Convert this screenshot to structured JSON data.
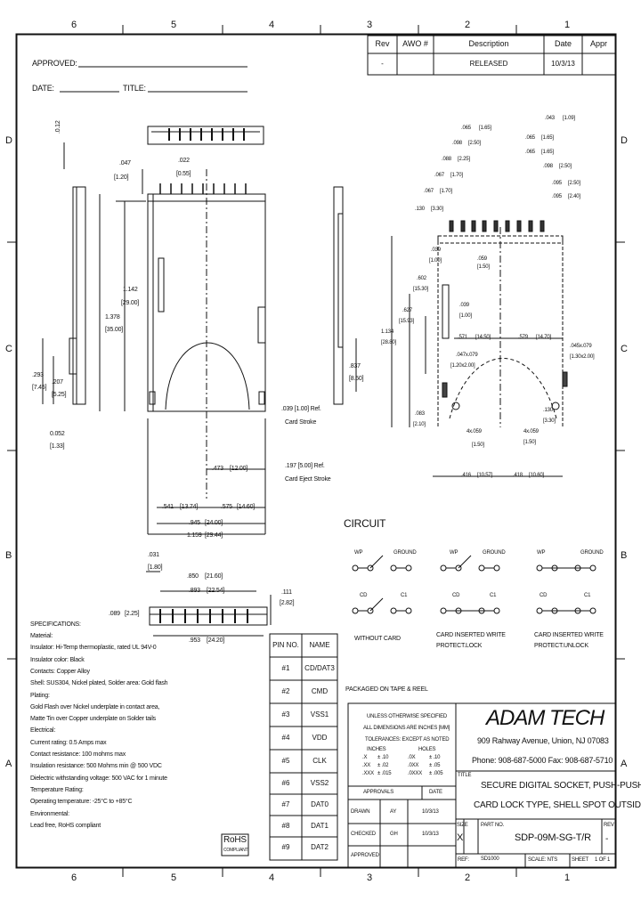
{
  "border": {
    "zones_top": [
      "6",
      "5",
      "4",
      "3",
      "2",
      "1"
    ],
    "zones_bottom": [
      "6",
      "5",
      "4",
      "3",
      "2",
      "1"
    ],
    "zones_left": [
      "D",
      "C",
      "B",
      "A"
    ],
    "zones_right": [
      "D",
      "C",
      "B",
      "A"
    ]
  },
  "revision_block": {
    "headers": [
      "Rev",
      "AWO #",
      "Description",
      "Date",
      "Appr"
    ],
    "row": [
      "-",
      "",
      "RELEASED",
      "10/3/13",
      ""
    ]
  },
  "header_fields": {
    "approved_label": "APPROVED:",
    "date_label": "DATE:",
    "title_label": "TITLE:"
  },
  "dimensions": {
    "top_view": {
      "d1": ".047",
      "d1m": "[1.20]",
      "d2": ".022",
      "d2m": "[0.55]",
      "d3": ".0.12",
      "d4": "1.142",
      "d4m": "[29.00]",
      "d5": "1.378",
      "d5m": "[35.00]",
      "d6": ".293",
      "d6m": "[7.45]",
      "d7": ".207",
      "d7m": "[5.25]",
      "d8": "0.052",
      "d8m": "[1.33]",
      "d9": ".473",
      "d9m": "[12.00]",
      "d10": ".541",
      "d10m": "[13.74]",
      "d11": ".575",
      "d11m": "[14.60]",
      "d12": ".945",
      "d12m": "[24.00]",
      "d13": "1.159",
      "d13m": "[29.44]",
      "d14": ".837",
      "d14m": "[8.50]",
      "stroke1": ".039 [1.00] Ref.",
      "stroke1b": "Card Stroke",
      "stroke2": ".197 [5.00] Ref.",
      "stroke2b": "Card Eject Stroke"
    },
    "pcb_layout": {
      "p1": ".043",
      "p1m": "[1.09]",
      "p2": ".065",
      "p2m": "[1.65]",
      "p3": ".065",
      "p3m": "[1.65]",
      "p4": ".098",
      "p4m": "[2.50]",
      "p5": ".098",
      "p5m": "[2.50]",
      "p6": ".065",
      "p6m": "[1.65]",
      "p7": ".088",
      "p7m": "[2.25]",
      "p8": ".067",
      "p8m": "[1.70]",
      "p9": ".067",
      "p9m": "[1.70]",
      "p10": ".130",
      "p10m": "[3.30]",
      "p11": ".095",
      "p11m": "[2.40]",
      "p12": ".095",
      "p12m": "[2.50]",
      "p13": ".059",
      "p13m": "[1.50]",
      "p14": ".602",
      "p14m": "[15.30]",
      "p15": ".627",
      "p15m": "[15.93]",
      "p16": "1.134",
      "p16m": "[28.80]",
      "p17": ".039",
      "p17m": "[1.00]",
      "p18": ".571",
      "p18m": "[14.50]",
      "p19": ".579",
      "p19m": "[14.70]",
      "p20": ".045x.079",
      "p20m": "[1.30x2.00]",
      "p21": ".047x.079",
      "p21m": "[1.20x2.00]",
      "p22": ".083",
      "p22m": "[2.10]",
      "p23": "4x.059",
      "p23m": "[1.50]",
      "p24": ".130",
      "p24m": "[3.30]",
      "p25": ".416",
      "p25m": "[10.57]",
      "p26": ".418",
      "p26m": "[10.60]",
      "p27": "4x.059",
      "p27m": "[1.50]"
    },
    "front_view": {
      "f1": ".031",
      "f1m": "[1.80]",
      "f2": ".850",
      "f2m": "[21.60]",
      "f3": ".893",
      "f3m": "[22.54]",
      "f4": ".111",
      "f4m": "[2.82]",
      "f5": ".089",
      "f5m": "[2.25]",
      "f6": ".953",
      "f6m": "[24.20]"
    }
  },
  "circuit": {
    "title": "CIRCUIT",
    "diagrams": [
      {
        "label_a": "WP",
        "label_b": "GROUND",
        "label_c": "CD",
        "label_d": "C1",
        "caption1": "WITHOUT CARD",
        "caption2": ""
      },
      {
        "label_a": "WP",
        "label_b": "GROUND",
        "label_c": "CD",
        "label_d": "C1",
        "caption1": "CARD INSERTED WRITE",
        "caption2": "PROTECT.LOCK"
      },
      {
        "label_a": "WP",
        "label_b": "GROUND",
        "label_c": "CD",
        "label_d": "C1",
        "caption1": "CARD INSERTED WRITE",
        "caption2": "PROTECT.UNLOCK"
      }
    ]
  },
  "specifications": {
    "heading": "SPECIFICATIONS:",
    "lines": [
      "Material:",
      "Insulator: Hi-Temp thermoplastic, rated UL 94V-0",
      "Insulator color: Black",
      "Contacts: Copper Alloy",
      "Shell: SUS304, Nickel plated, Solder area: Gold flash",
      "Plating:",
      "Gold Flash over Nickel underplate in contact area,",
      "Matte Tin over Copper underplate on Solder tails",
      "Electrical:",
      "Current rating: 0.5 Amps max",
      "Contact resistance: 100 mohms max",
      "Insulation resistance: 500 Mohms min @ 500 VDC",
      "Dielectric withstanding voltage: 500 VAC for 1 minute",
      "Temperature Rating:",
      "Operating temperature: -25°C to +85°C",
      "Environmental:",
      "Lead free, RoHS compliant"
    ],
    "rohs": "RoHS",
    "rohs_sub": "COMPLIANT"
  },
  "pin_table": {
    "headers": [
      "PIN NO.",
      "NAME"
    ],
    "rows": [
      [
        "#1",
        "CD/DAT3"
      ],
      [
        "#2",
        "CMD"
      ],
      [
        "#3",
        "VSS1"
      ],
      [
        "#4",
        "VDD"
      ],
      [
        "#5",
        "CLK"
      ],
      [
        "#6",
        "VSS2"
      ],
      [
        "#7",
        "DAT0"
      ],
      [
        "#8",
        "DAT1"
      ],
      [
        "#9",
        "DAT2"
      ]
    ]
  },
  "packaging_note": "PACKAGED ON TAPE & REEL",
  "tolerance_block": {
    "lines": [
      "UNLESS OTHERWISE SPECIFIED",
      "ALL DIMENSIONS ARE INCHES [MM]",
      "TOLERANCES: EXCEPT AS NOTED"
    ],
    "col_inches": "INCHES",
    "col_holes": "HOLES",
    "rows": [
      [
        ".X",
        "± .10",
        ".0X",
        "± .10"
      ],
      [
        ".XX",
        "± .02",
        ".0XX",
        "± .05"
      ],
      [
        ".XXX",
        "± .015",
        ".0XXX",
        "± .005"
      ]
    ]
  },
  "company": {
    "name": "ADAM TECH",
    "address": "909 Rahway Avenue, Union, NJ 07083",
    "phone": "Phone: 908-687-5000 Fax: 908-687-5710"
  },
  "approvals": {
    "headers": [
      "APPROVALS",
      "DATE"
    ],
    "rows": [
      [
        "DRAWN",
        "AY",
        "10/3/13"
      ],
      [
        "CHECKED",
        "GH",
        "10/3/13"
      ],
      [
        "APPROVED",
        "",
        ""
      ]
    ]
  },
  "title_block": {
    "title_label": "TITLE",
    "title_line1": "SECURE DIGITAL SOCKET, PUSH-PUSH",
    "title_line2": "CARD LOCK TYPE, SHELL SPOT OUTSIDE",
    "size_label": "SIZE",
    "size_value": "X",
    "part_label": "PART NO.",
    "part_value": "SDP-09M-SG-T/R",
    "rev_label": "REV",
    "rev_value": "-",
    "ref_label": "REF:",
    "ref_value": "SD1000",
    "scale_label": "SCALE: NTS",
    "sheet_label": "SHEET",
    "sheet_value": "1 OF 1"
  }
}
